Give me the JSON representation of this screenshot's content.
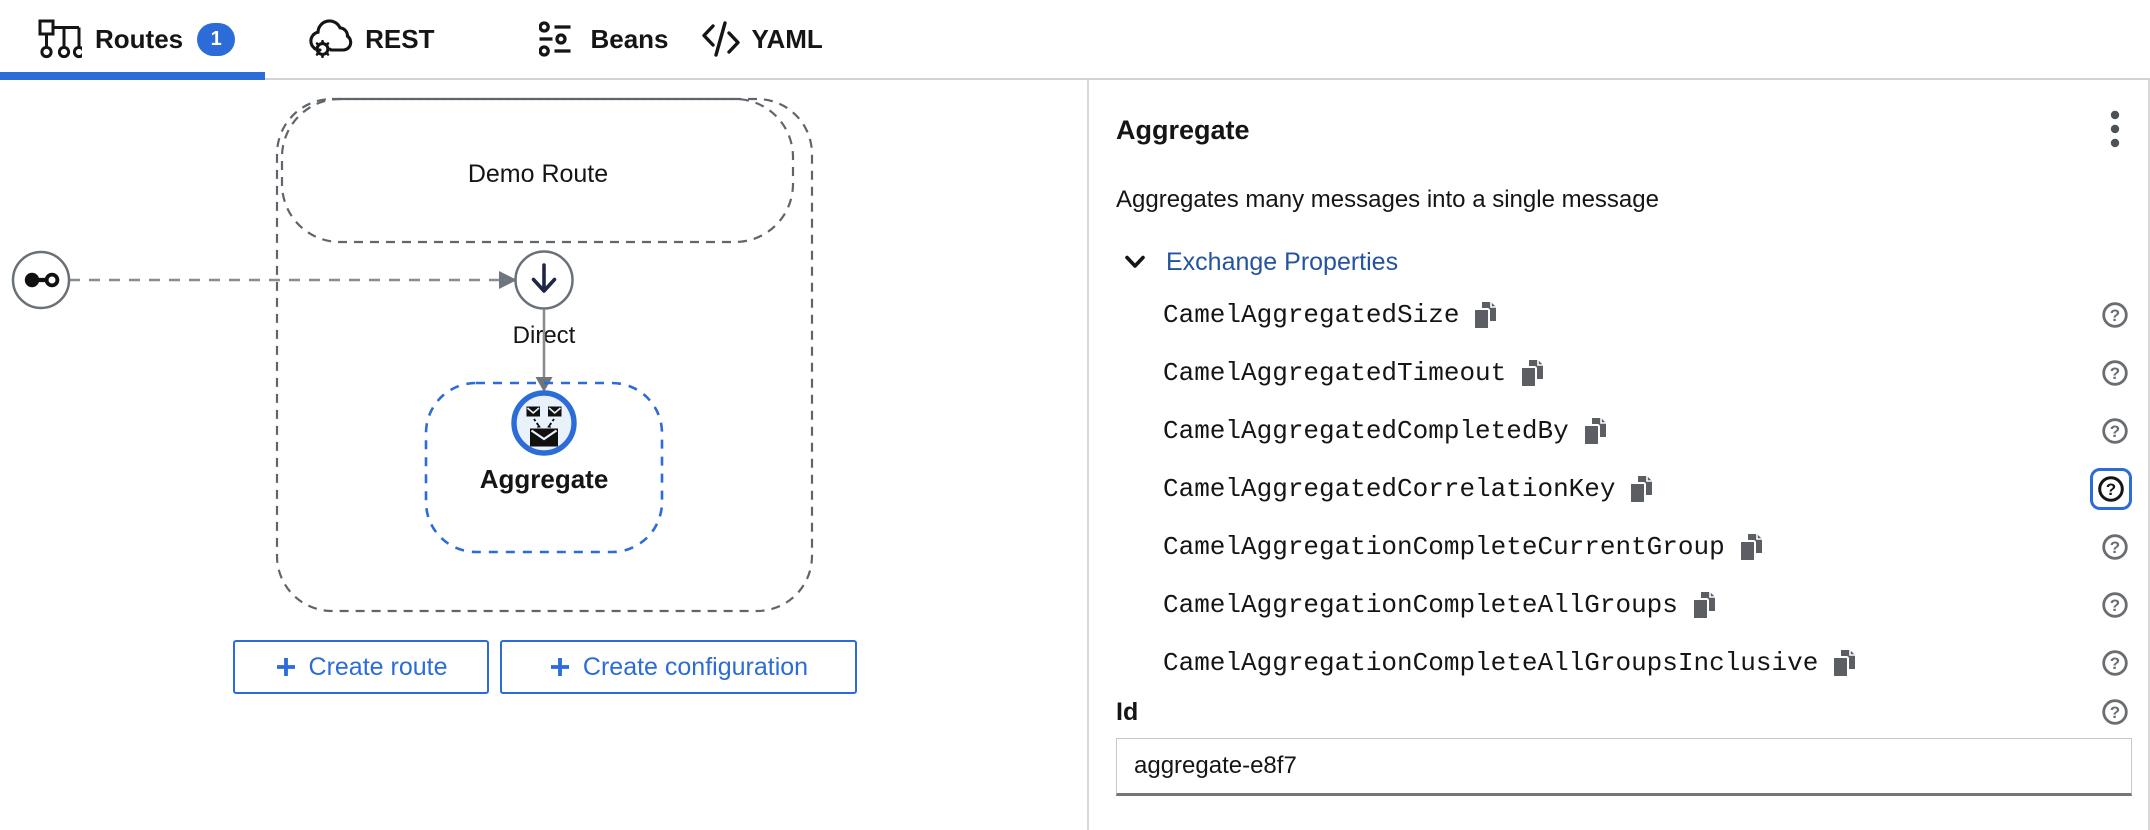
{
  "colors": {
    "accent_blue": "#2b6cd8",
    "link_blue": "#25539f",
    "text": "#151515",
    "icon_gray": "#6a6e73",
    "copy_icon_gray": "#5b5e63",
    "divider_gray": "#d8d8d8",
    "connector_gray": "#8a8d90",
    "node_fill_blue": "#e9f1fb"
  },
  "glyphs": {
    "question": "?"
  },
  "tabs": {
    "routes": {
      "label": "Routes",
      "badge": "1"
    },
    "rest": {
      "label": "REST"
    },
    "beans": {
      "label": "Beans"
    },
    "yaml": {
      "label": "YAML"
    }
  },
  "canvas": {
    "route_group_label": "Demo Route",
    "direct_node_label": "Direct",
    "aggregate_node_label": "Aggregate",
    "create_route_button": "Create route",
    "create_configuration_button": "Create configuration"
  },
  "panel": {
    "title": "Aggregate",
    "description": "Aggregates many messages into a single message",
    "exchange_properties_label": "Exchange Properties",
    "properties": [
      "CamelAggregatedSize",
      "CamelAggregatedTimeout",
      "CamelAggregatedCompletedBy",
      "CamelAggregatedCorrelationKey",
      "CamelAggregationCompleteCurrentGroup",
      "CamelAggregationCompleteAllGroups",
      "CamelAggregationCompleteAllGroupsInclusive"
    ],
    "id_field": {
      "label": "Id",
      "value": "aggregate-e8f7"
    }
  }
}
